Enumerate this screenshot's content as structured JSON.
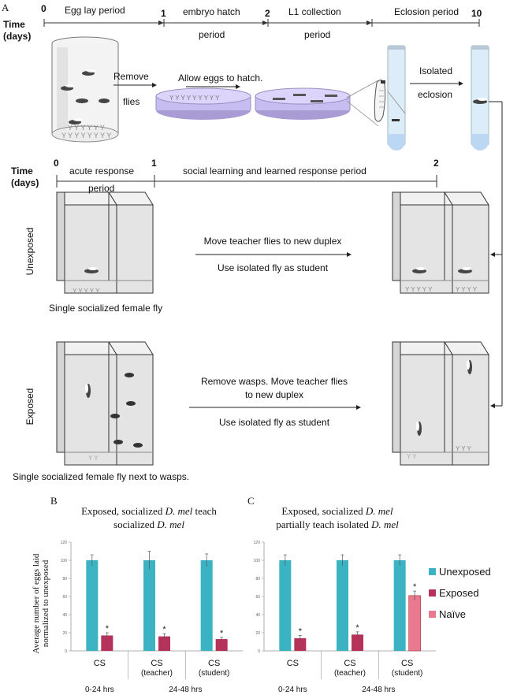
{
  "panelA": {
    "label": "A",
    "timeline1": {
      "time_label": "Time",
      "days_label": "(days)",
      "ticks": [
        "0",
        "1",
        "2",
        "10"
      ],
      "segments": [
        {
          "top": "Egg lay period",
          "bottom": ""
        },
        {
          "top": "embryo hatch",
          "bottom": "period"
        },
        {
          "top": "L1 collection",
          "bottom": "period"
        },
        {
          "top": "Eclosion period",
          "bottom": ""
        }
      ]
    },
    "steps": {
      "remove": "Remove",
      "flies": "flies",
      "allow": "Allow eggs to hatch.",
      "isolated": "Isolated",
      "eclosion": "eclosion"
    },
    "timeline2": {
      "time_label": "Time",
      "days_label": "(days)",
      "ticks": [
        "0",
        "1",
        "2"
      ],
      "seg1_top": "acute response",
      "seg1_bottom": "period",
      "seg2_top": "social learning and learned response period"
    },
    "unexposed": {
      "row_label": "Unexposed",
      "caption": "Single socialized female fly",
      "arrow_top": "Move teacher flies to new duplex",
      "arrow_bottom": "Use isolated fly as student"
    },
    "exposed": {
      "row_label": "Exposed",
      "caption": "Single socialized female fly next to wasps.",
      "arrow_top_1": "Remove wasps. Move teacher flies",
      "arrow_top_2": "to new duplex",
      "arrow_bottom": "Use isolated fly as student"
    }
  },
  "panelB": {
    "label": "B",
    "title_1_pre": "Exposed, socialized ",
    "title_1_it": "D. mel",
    "title_1_post": " teach",
    "title_2": "socialized ",
    "title_2_it": "D. mel"
  },
  "panelC": {
    "label": "C",
    "title_1_pre": "Exposed, socialized ",
    "title_1_it": "D. mel",
    "title_2_pre": "partially teach isolated ",
    "title_2_it": "D. mel"
  },
  "y_axis_label_1": "Average number of eggs laid",
  "y_axis_label_2": "normalized to unexposed",
  "legend": [
    {
      "name": "Unexposed",
      "color": "#3BB3C3"
    },
    {
      "name": "Exposed",
      "color": "#B5325A"
    },
    {
      "name": "Naïve",
      "color": "#E8798E"
    }
  ],
  "colors": {
    "unexposed": "#3BB3C3",
    "exposed": "#B5325A",
    "naive": "#E8798E"
  },
  "chart_data": [
    {
      "type": "bar",
      "title": "Exposed, socialized D. mel teach socialized D. mel",
      "ylabel": "Average number of eggs laid normalized to unexposed",
      "ylim": [
        0,
        120
      ],
      "yticks": [
        "0",
        "20",
        "40",
        "60",
        "80",
        "100",
        "120"
      ],
      "categories": [
        "CS",
        "CS\n(teacher)",
        "CS\n(student)"
      ],
      "category_line1": [
        "CS",
        "CS",
        "CS"
      ],
      "category_line2": [
        "",
        "(teacher)",
        "(student)"
      ],
      "time_labels": [
        "0-24 hrs",
        "24-48 hrs"
      ],
      "groups": [
        {
          "bars": [
            {
              "series": "Unexposed",
              "value": 100,
              "err": 6
            },
            {
              "series": "Exposed",
              "value": 17,
              "err": 3,
              "star": "*"
            }
          ]
        },
        {
          "bars": [
            {
              "series": "Unexposed",
              "value": 100,
              "err": 10
            },
            {
              "series": "Exposed",
              "value": 16,
              "err": 3,
              "star": "*"
            }
          ]
        },
        {
          "bars": [
            {
              "series": "Unexposed",
              "value": 100,
              "err": 7
            },
            {
              "series": "Exposed",
              "value": 13,
              "err": 2,
              "star": "*"
            }
          ]
        }
      ],
      "grid": false
    },
    {
      "type": "bar",
      "title": "Exposed, socialized D. mel partially teach isolated D. mel",
      "ylim": [
        0,
        120
      ],
      "yticks": [
        "0",
        "20",
        "40",
        "60",
        "80",
        "100",
        "120"
      ],
      "categories": [
        "CS",
        "CS\n(teacher)",
        "CS\n(student)"
      ],
      "category_line1": [
        "CS",
        "CS",
        "CS"
      ],
      "category_line2": [
        "",
        "(teacher)",
        "(student)"
      ],
      "time_labels": [
        "0-24 hrs",
        "24-48 hrs"
      ],
      "groups": [
        {
          "bars": [
            {
              "series": "Unexposed",
              "value": 100,
              "err": 6
            },
            {
              "series": "Exposed",
              "value": 14,
              "err": 3,
              "star": "*"
            }
          ]
        },
        {
          "bars": [
            {
              "series": "Unexposed",
              "value": 100,
              "err": 6
            },
            {
              "series": "Exposed",
              "value": 18,
              "err": 3,
              "star": "*"
            }
          ]
        },
        {
          "bars": [
            {
              "series": "Unexposed",
              "value": 100,
              "err": 6
            },
            {
              "series": "Naïve",
              "value": 61,
              "err": 5,
              "star": "*"
            }
          ]
        }
      ],
      "grid": false
    }
  ]
}
